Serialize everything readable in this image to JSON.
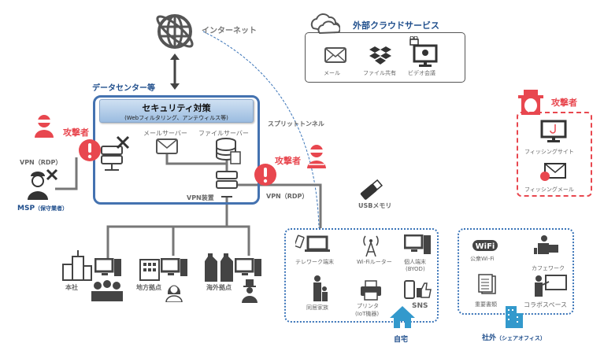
{
  "internet": {
    "label": "インターネット"
  },
  "cloud": {
    "title": "外部クラウドサービス",
    "items": [
      {
        "label": "メール",
        "icon": "mail-icon"
      },
      {
        "label": "ファイル共有",
        "icon": "dropbox-icon"
      },
      {
        "label": "ビデオ会議",
        "icon": "video-conference-icon"
      }
    ]
  },
  "datacenter": {
    "title": "データセンター等",
    "security_title": "セキュリティ対策",
    "security_sub": "(Webフィルタリング、アンテウィルス等)",
    "mail_server": "メールサーバー",
    "file_server": "ファイルサーバー",
    "vpn_device": "VPN装置"
  },
  "split_tunnel": "スプリットトンネル",
  "attackers": [
    {
      "label": "攻撃者",
      "position": "left"
    },
    {
      "label": "攻撃者",
      "position": "center"
    },
    {
      "label": "攻撃者",
      "position": "right"
    }
  ],
  "phishing": {
    "site": "フィッシングサイト",
    "mail": "フィッシングメール"
  },
  "msp": {
    "vpn": "VPN（RDP）",
    "title": "MSP",
    "sub": "（保守業者）"
  },
  "vpn_rdp": "VPN（RDP）",
  "usb": "USBメモリ",
  "branches": [
    {
      "label": "本社"
    },
    {
      "label": "地方拠点"
    },
    {
      "label": "海外拠点"
    }
  ],
  "home": {
    "title": "自宅",
    "items": [
      "テレワーク端末",
      "Wi-Fiルーター",
      "個人端末",
      "(BYOD)",
      "同居家族",
      "プリンタ",
      "(IoT機器)",
      "SNS"
    ]
  },
  "office": {
    "title": "社外",
    "sub": "（シェアオフィス）",
    "items": [
      "公衆Wi-Fi",
      "カフェワーク",
      "重要書類",
      "コラボスペース"
    ]
  },
  "colors": {
    "accent": "#1f4e8c",
    "alert": "#e8474f",
    "line": "#777777",
    "box": "#4472b0",
    "home": "#3399cc"
  }
}
